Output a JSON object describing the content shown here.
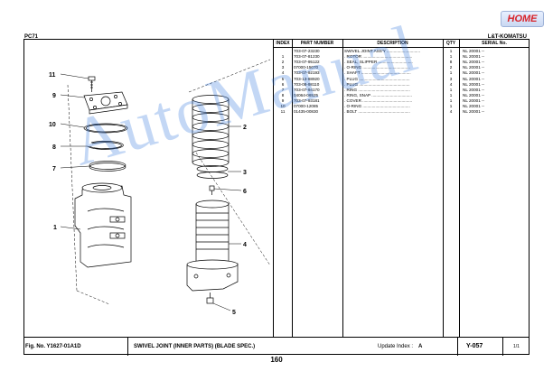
{
  "header": {
    "home_label": "HOME",
    "model": "PC71",
    "brand": "L&T-KOMATSU"
  },
  "table": {
    "columns": [
      "INDEX",
      "PART NUMBER",
      "DESCRIPTION",
      "QTY",
      "SERIAL No."
    ],
    "rows": [
      {
        "index": "",
        "part": "703-07-23230",
        "desc": "SWIVEL JOINT ASS'Y .............................",
        "qty": "1",
        "serial": "NL 20001 --"
      },
      {
        "index": "1",
        "part": "703-07-81230",
        "desc": ". ROTOR ...........................................",
        "qty": "1",
        "serial": "NL 20001 --"
      },
      {
        "index": "2",
        "part": "703-07-95122",
        "desc": ". SEAL, SLIPPER ..............................",
        "qty": "8",
        "serial": "NL 20001 --"
      },
      {
        "index": "3",
        "part": "07000-15070",
        "desc": ". O-RING .........................................",
        "qty": "2",
        "serial": "NL 20001 --"
      },
      {
        "index": "4",
        "part": "703-07-92193",
        "desc": ". SHAFT ...........................................",
        "qty": "1",
        "serial": "NL 20001 --"
      },
      {
        "index": "5",
        "part": "703-13-88920",
        "desc": ". PLUG ............................................",
        "qty": "3",
        "serial": "NL 20001 --"
      },
      {
        "index": "6",
        "part": "703-08-98110",
        "desc": ". PLUG ............................................",
        "qty": "4",
        "serial": "NL 20001 --"
      },
      {
        "index": "7",
        "part": "703-07-94170",
        "desc": ". RING .............................................",
        "qty": "1",
        "serial": "NL 20001 --"
      },
      {
        "index": "8",
        "part": "04064-06525",
        "desc": ". RING, SNAP ...................................",
        "qty": "1",
        "serial": "NL 20001 --"
      },
      {
        "index": "9",
        "part": "703-07-93181",
        "desc": ". COVER ...........................................",
        "qty": "1",
        "serial": "NL 20001 --"
      },
      {
        "index": "10",
        "part": "07000-12085",
        "desc": ". O-RING .........................................",
        "qty": "1",
        "serial": "NL 20001 --"
      },
      {
        "index": "11",
        "part": "01435-00830",
        "desc": ". BOLT .............................................",
        "qty": "4",
        "serial": "NL 20001 --"
      }
    ]
  },
  "callouts": [
    "11",
    "9",
    "10",
    "8",
    "7",
    "1",
    "2",
    "3",
    "6",
    "4",
    "5"
  ],
  "footer": {
    "fig_no": "Fig. No. Y1627-01A1D",
    "title": "SWIVEL JOINT (INNER PARTS) (BLADE SPEC.)",
    "update_label": "Update Index :",
    "update_value": "A",
    "page_code": "Y-057",
    "sheet": "1/1"
  },
  "page_number": "160",
  "watermark": "AutoManual"
}
